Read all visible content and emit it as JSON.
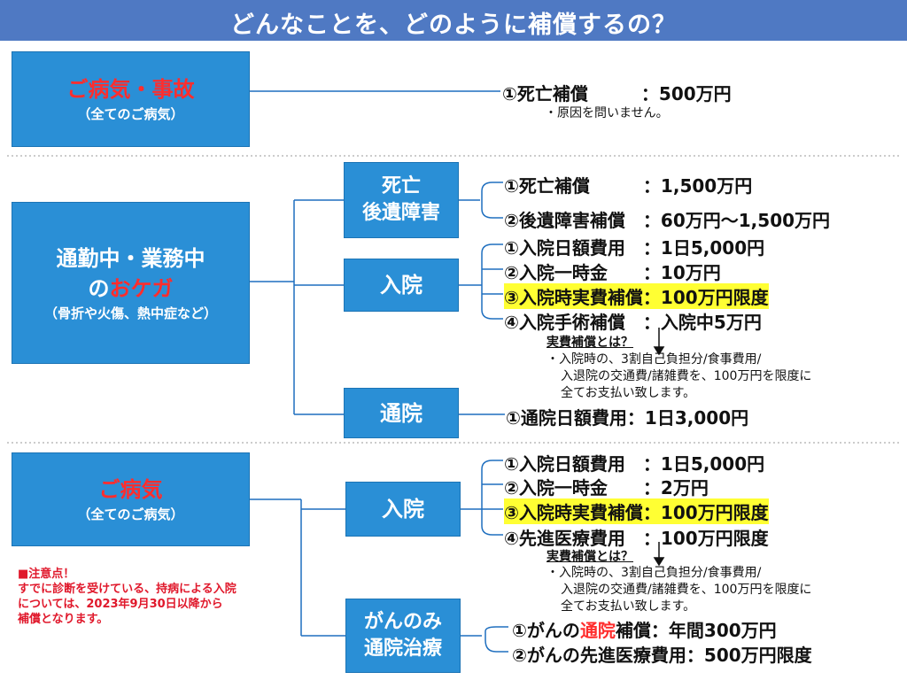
{
  "title": "どんなことを、どのように補償するの？",
  "section1": {
    "box_main": "ご病気・事故",
    "box_sub": "（全てのご病気）",
    "item1": "①死亡補償　　　：500万円",
    "note": "・原因を問いません。"
  },
  "section2": {
    "box_main_1": "通勤中・業務中",
    "box_main_2a": "の",
    "box_main_2b": "おケガ",
    "box_sub": "（骨折や火傷、熱中症など）",
    "sub_death_1": "死亡",
    "sub_death_2": "後遺障害",
    "sub_hosp": "入院",
    "sub_outpatient": "通院",
    "death_items": [
      "①死亡補償　　　：1,500万円",
      "②後遺障害補償　：60万円～1,500万円"
    ],
    "hosp_items": [
      "①入院日額費用　：1日5,000円",
      "②入院一時金　　：10万円",
      "③入院時実費補償：100万円限度",
      "④入院手術補償　：入院中5万円"
    ],
    "jippi_head": "実費補償とは？",
    "jippi_lines": [
      "・入院時の、3割自己負担分/食事費用/",
      "入退院の交通費/諸雑費を、100万円を限度に",
      "全てお支払い致します。"
    ],
    "outpatient_item": "①通院日額費用：1日3,000円"
  },
  "section3": {
    "box_main": "ご病気",
    "box_sub": "（全てのご病気）",
    "sub_hosp": "入院",
    "sub_cancer_1": "がんのみ",
    "sub_cancer_2": "通院治療",
    "hosp_items": [
      "①入院日額費用　：1日5,000円",
      "②入院一時金　　：2万円",
      "③入院時実費補償：100万円限度",
      "④先進医療費用　：100万円限度"
    ],
    "jippi_head": "実費補償とは？",
    "jippi_lines": [
      "・入院時の、3割自己負担分/食事費用/",
      "入退院の交通費/諸雑費を、100万円を限度に",
      "全てお支払い致します。"
    ],
    "cancer_item1_a": "①がんの",
    "cancer_item1_b": "通院",
    "cancer_item1_c": "補償：年間300万円",
    "cancer_item2": "②がんの先進医療費用：500万円限度",
    "warning_head": "■注意点！",
    "warning_lines": [
      "すでに診断を受けている、持病による入院",
      "については、2023年9月30日以降から",
      "補償となります。"
    ]
  },
  "colors": {
    "header": "#4f79c3",
    "box": "#2a8fd6",
    "accent_red": "#ff2d2d",
    "highlight": "#ffff33"
  }
}
